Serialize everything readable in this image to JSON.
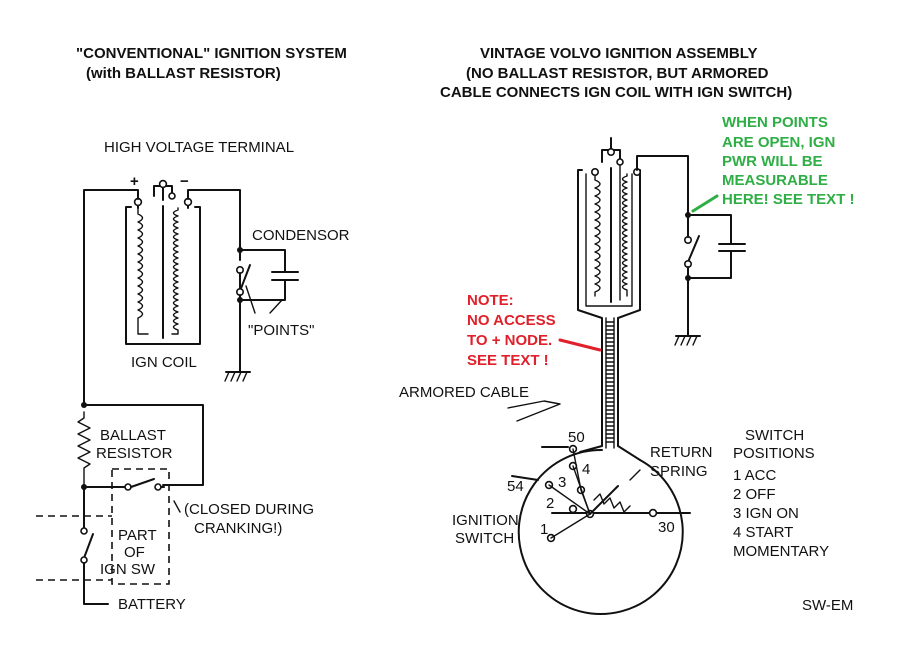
{
  "left": {
    "title_line1": "\"CONVENTIONAL\" IGNITION SYSTEM",
    "title_line2": "(with BALLAST RESISTOR)",
    "hv_terminal": "HIGH VOLTAGE TERMINAL",
    "plus": "+",
    "minus": "−",
    "condensor": "CONDENSOR",
    "points": "\"POINTS\"",
    "ign_coil": "IGN COIL",
    "ballast_line1": "BALLAST",
    "ballast_line2": "RESISTOR",
    "closed_line1": "(CLOSED DURING",
    "closed_line2": "CRANKING!)",
    "part_line1": "PART",
    "part_line2": "OF",
    "part_line3": "IGN SW",
    "battery": "BATTERY"
  },
  "right": {
    "title_line1": "VINTAGE VOLVO IGNITION ASSEMBLY",
    "title_line2": "(NO BALLAST RESISTOR, BUT ARMORED",
    "title_line3": "CABLE CONNECTS  IGN COIL WITH IGN SWITCH)",
    "armored_cable": "ARMORED CABLE",
    "return_line1": "RETURN",
    "return_line2": "SPRING",
    "ign_switch_line1": "IGNITION",
    "ign_switch_line2": "SWITCH",
    "terminal_50": "50",
    "terminal_54": "54",
    "terminal_30": "30",
    "pos_1": "1",
    "pos_2": "2",
    "pos_3": "3",
    "pos_4": "4",
    "switch_positions_line1": "SWITCH",
    "switch_positions_line2": "POSITIONS",
    "pos_list": [
      "1 ACC",
      "2 OFF",
      "3 IGN ON",
      "4 START",
      "MOMENTARY"
    ]
  },
  "note": {
    "color": "#e0202a",
    "lines": [
      "NOTE:",
      "NO ACCESS",
      "TO + NODE.",
      "SEE TEXT !"
    ]
  },
  "green_note": {
    "color": "#2fae46",
    "lines": [
      "WHEN POINTS",
      "ARE OPEN, IGN",
      "PWR WILL BE",
      "MEASURABLE",
      "HERE!  SEE TEXT !"
    ]
  },
  "credit": "SW-EM"
}
